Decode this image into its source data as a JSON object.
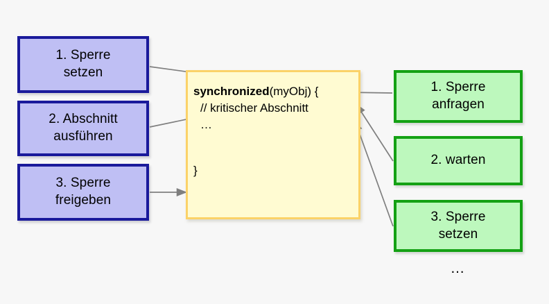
{
  "diagram": {
    "title": "synchronized-block-ablauf",
    "background_color": "#f7f7f7",
    "colors": {
      "blue_fill": "#bfbff4",
      "blue_border": "#1a1a9b",
      "green_fill": "#bdf8bd",
      "green_border": "#14a114",
      "code_fill": "#fffbd2",
      "code_border": "#fbd268",
      "arrow": "#7f7f7f"
    }
  },
  "left_column": {
    "boxes": [
      {
        "id": "blue-1",
        "line1": "1. Sperre",
        "line2": "setzen"
      },
      {
        "id": "blue-2",
        "line1": "2. Abschnitt",
        "line2": "ausführen"
      },
      {
        "id": "blue-3",
        "line1": "3. Sperre",
        "line2": "freigeben"
      }
    ]
  },
  "code_block": {
    "line1_keyword": "synchronized",
    "line1_rest": "(myObj) {",
    "line2": "// kritischer Abschnitt",
    "line3": "…",
    "line4": "}"
  },
  "right_column": {
    "boxes": [
      {
        "id": "green-1",
        "line1": "1. Sperre",
        "line2": "anfragen"
      },
      {
        "id": "green-2",
        "line1": "2. warten",
        "line2": ""
      },
      {
        "id": "green-3",
        "line1": "3. Sperre",
        "line2": "setzen"
      }
    ],
    "ellipsis": "…"
  }
}
